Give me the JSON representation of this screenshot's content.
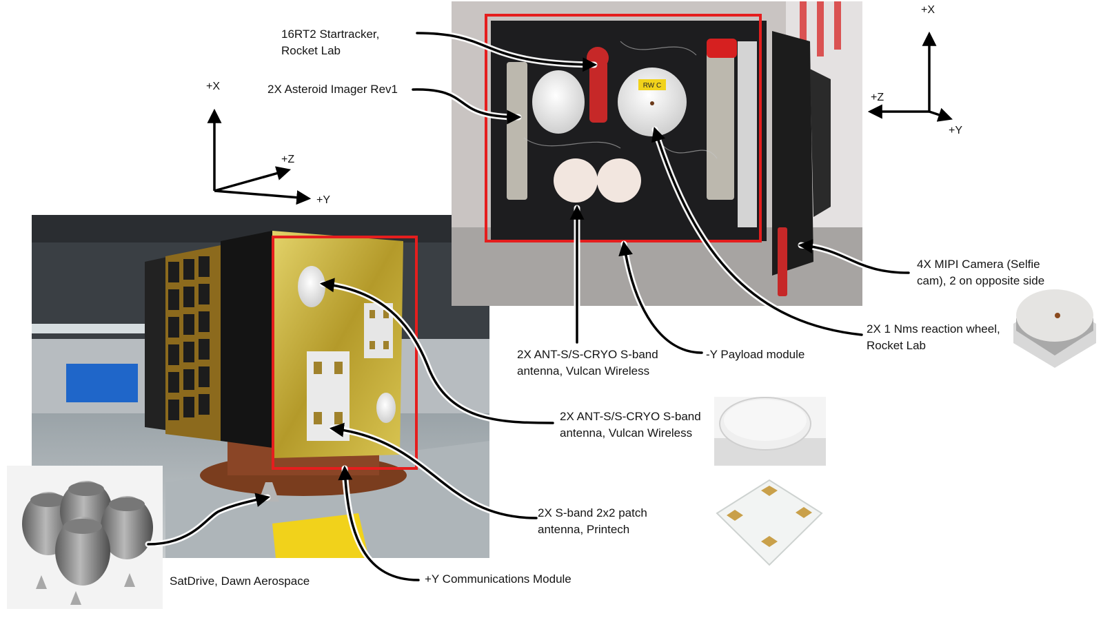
{
  "axes_left": {
    "x": "+X",
    "y": "+Y",
    "z": "+Z"
  },
  "axes_right": {
    "x": "+X",
    "y": "+Y",
    "z": "+Z"
  },
  "labels": {
    "startracker": [
      "16RT2 Startracker,",
      "Rocket Lab"
    ],
    "asteroid_imager": "2X Asteroid Imager Rev1",
    "mipi_camera": [
      "4X MIPI Camera (Selfie",
      "cam), 2 on opposite side"
    ],
    "reaction_wheel": [
      "2X 1 Nms reaction wheel,",
      "Rocket Lab"
    ],
    "ant_top": [
      "2X ANT-S/S-CRYO S-band",
      "antenna, Vulcan Wireless"
    ],
    "payload_module": "-Y Payload module",
    "ant_bottom": [
      "2X ANT-S/S-CRYO S-band",
      "antenna, Vulcan Wireless"
    ],
    "patch_antenna": [
      "2X S-band 2x2 patch",
      "antenna, Printech"
    ],
    "comm_module": "+Y Communications Module",
    "satdrive": "SatDrive, Dawn Aerospace"
  },
  "photo_labels": {
    "rw_tag": "RW C"
  },
  "colors": {
    "highlight": "#e51e1e",
    "leader": "#000000",
    "foil": "#c9b43a"
  }
}
